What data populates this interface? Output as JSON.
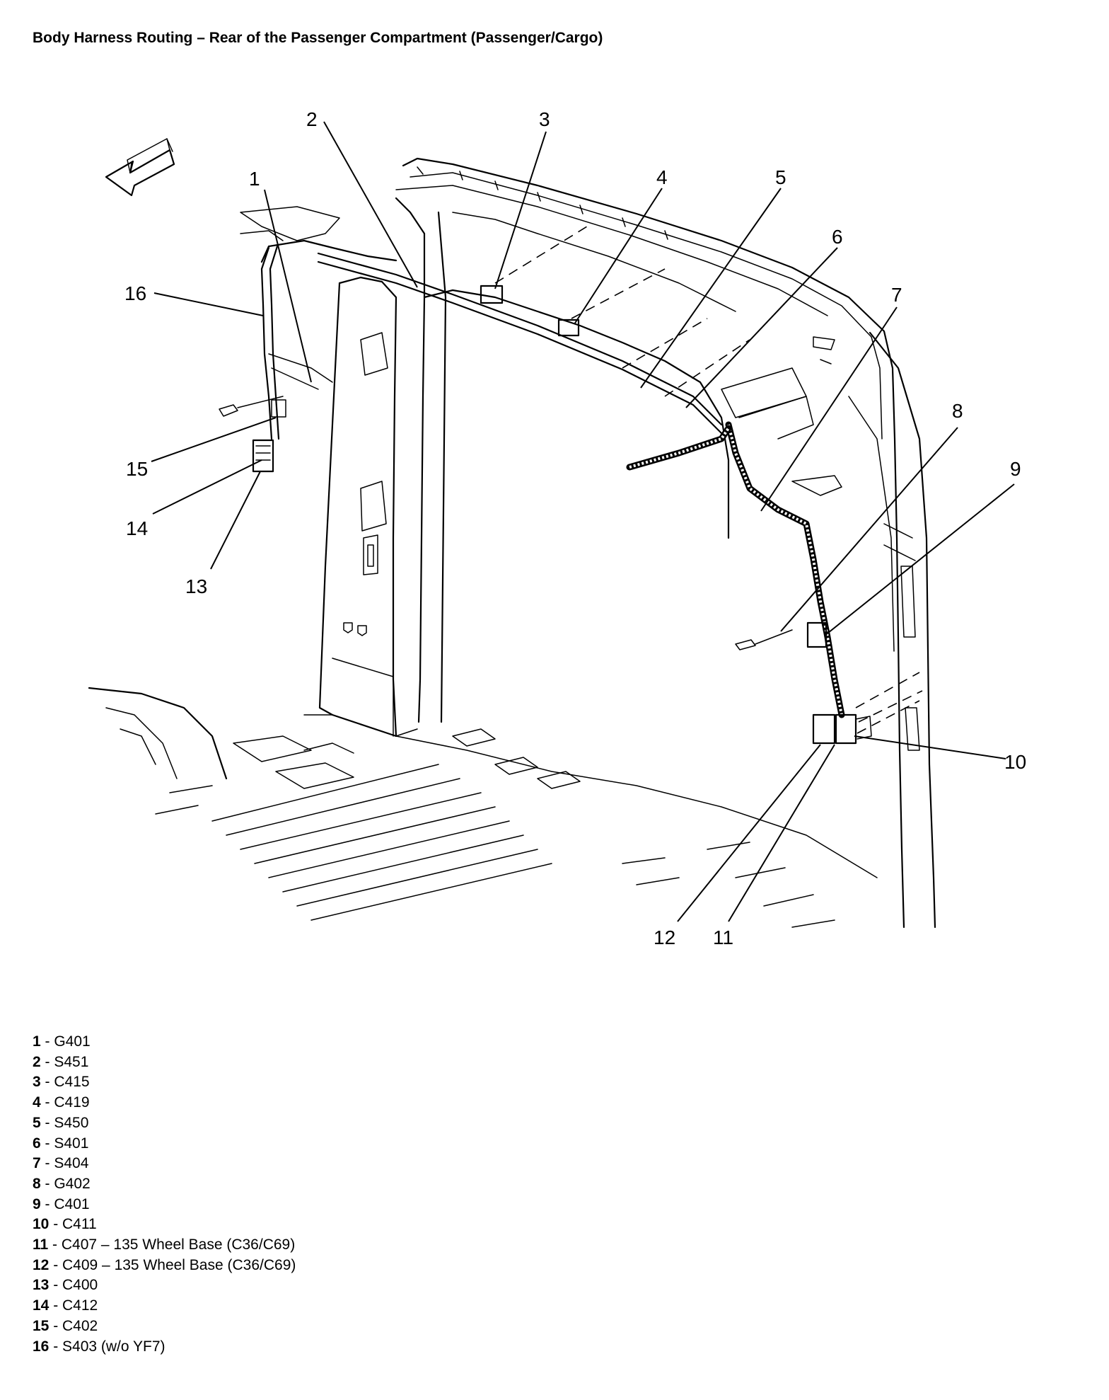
{
  "title": "Body Harness Routing – Rear of the Passenger Compartment (Passenger/Cargo)",
  "callouts": [
    "1",
    "2",
    "3",
    "4",
    "5",
    "6",
    "7",
    "8",
    "9",
    "10",
    "11",
    "12",
    "13",
    "14",
    "15",
    "16"
  ],
  "legend": [
    {
      "num": "1",
      "text": " - G401"
    },
    {
      "num": "2",
      "text": " - S451"
    },
    {
      "num": "3",
      "text": " - C415"
    },
    {
      "num": "4",
      "text": " - C419"
    },
    {
      "num": "5",
      "text": " - S450"
    },
    {
      "num": "6",
      "text": " - S401"
    },
    {
      "num": "7",
      "text": " - S404"
    },
    {
      "num": "8",
      "text": " - G402"
    },
    {
      "num": "9",
      "text": " - C401"
    },
    {
      "num": "10",
      "text": " - C411"
    },
    {
      "num": "11",
      "text": " - C407 – 135 Wheel Base (C36/C69)"
    },
    {
      "num": "12",
      "text": " - C409 – 135 Wheel Base (C36/C69)"
    },
    {
      "num": "13",
      "text": " - C400"
    },
    {
      "num": "14",
      "text": " - C412"
    },
    {
      "num": "15",
      "text": " - C402"
    },
    {
      "num": "16",
      "text": " - S403 (w/o YF7)"
    }
  ]
}
